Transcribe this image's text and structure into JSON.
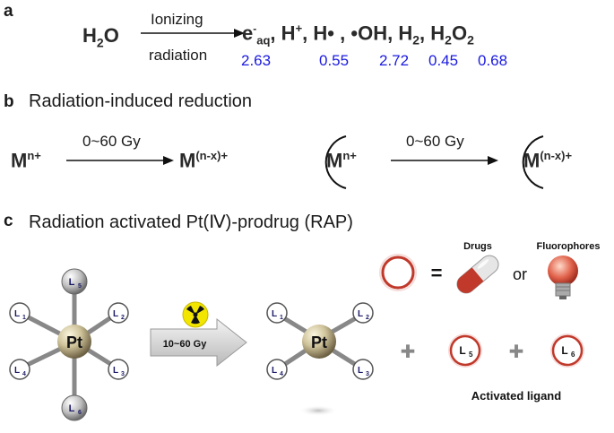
{
  "panel_a": {
    "letter": "a",
    "reactant_main": "H",
    "reactant_sub": "2",
    "reactant_tail": "O",
    "arrow_top": "Ionizing",
    "arrow_bottom": "radiation",
    "products": {
      "eaq_main": "e",
      "eaq_sup": "-",
      "eaq_sub": "aq",
      "sep1": ",",
      "hplus_main": "H",
      "hplus_sup": "+",
      "sep2": ",",
      "hdot": "H•",
      "sep3": ",",
      "oh": "•OH,",
      "h2_main": "H",
      "h2_sub": "2",
      "sep4": ",",
      "h2o2_main": "H",
      "h2o2_sub": "2",
      "h2o2_o": "O",
      "h2o2_sub2": "2"
    },
    "g_values": [
      "2.63",
      "0.55",
      "2.72",
      "0.45",
      "0.68"
    ]
  },
  "panel_b": {
    "letter": "b",
    "title": "Radiation-induced reduction",
    "dose": "0~60 Gy",
    "metal": "M",
    "sup_before": "n+",
    "sup_after": "(n-x)+"
  },
  "panel_c": {
    "letter": "c",
    "title": "Radiation activated Pt(Ⅳ)-prodrug (RAP)",
    "center_atom": "Pt",
    "ligands": [
      "L",
      "L",
      "L",
      "L",
      "L",
      "L"
    ],
    "ligand_subs": [
      "1",
      "2",
      "3",
      "4",
      "5",
      "6"
    ],
    "dose": "10~60 Gy",
    "equals": "=",
    "or": "or",
    "drugs_label": "Drugs",
    "fluorophores_label": "Fluorophores",
    "plus": "✚",
    "activated_label": "Activated ligand",
    "colors": {
      "ring_red": "#c0392b",
      "label_blue": "#1a1adf",
      "hazard_yellow": "#f2e600"
    }
  }
}
